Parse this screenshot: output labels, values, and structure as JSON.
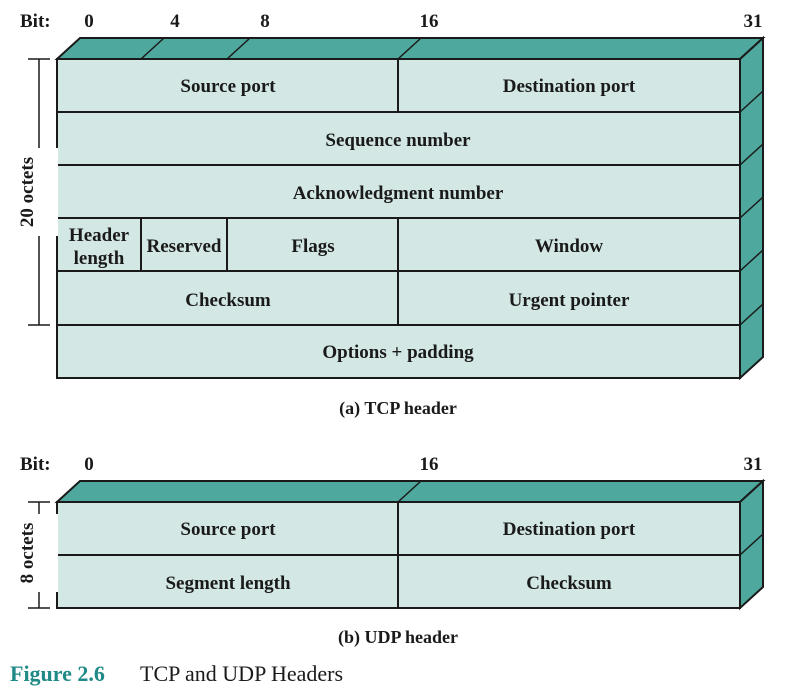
{
  "tcp": {
    "bit_prefix": "Bit:",
    "bits": [
      "0",
      "4",
      "8",
      "16",
      "31"
    ],
    "octets": "20 octets",
    "fields": {
      "source_port": "Source port",
      "destination_port": "Destination port",
      "sequence_number": "Sequence number",
      "acknowledgment_number": "Acknowledgment number",
      "header_length_1": "Header",
      "header_length_2": "length",
      "reserved": "Reserved",
      "flags": "Flags",
      "window": "Window",
      "checksum": "Checksum",
      "urgent_pointer": "Urgent pointer",
      "options_padding": "Options + padding"
    },
    "caption": "(a) TCP header"
  },
  "udp": {
    "bit_prefix": "Bit:",
    "bits": [
      "0",
      "16",
      "31"
    ],
    "octets": "8 octets",
    "fields": {
      "source_port": "Source port",
      "destination_port": "Destination port",
      "segment_length": "Segment length",
      "checksum": "Checksum"
    },
    "caption": "(b) UDP header"
  },
  "figure": {
    "number": "Figure 2.6",
    "title": "TCP and UDP Headers"
  },
  "colors": {
    "cell_fill": "#d3e8e4",
    "top_side_fill": "#4fa89d",
    "figure_label": "#1f8a86"
  }
}
